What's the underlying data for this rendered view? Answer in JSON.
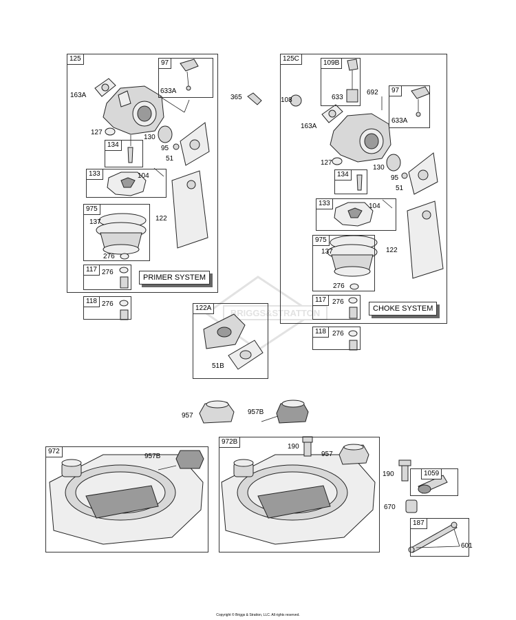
{
  "watermark": "BRIGGS&STRATTON",
  "copyright": "Copyright © Briggs & Stratton, LLC. All rights reserved.",
  "group_125": {
    "tag": "125",
    "system_label": "PRIMER SYSTEM",
    "subtags": {
      "t97": "97",
      "t134": "134",
      "t133": "133",
      "t975": "975",
      "t117": "117"
    },
    "labels": {
      "l163A": "163A",
      "l633A": "633A",
      "l127": "127",
      "l130": "130",
      "l95": "95",
      "l51": "51",
      "l104": "104",
      "l137": "137",
      "l122": "122",
      "l276a": "276",
      "l276b": "276"
    }
  },
  "group_118_left": {
    "tag": "118",
    "label": "276"
  },
  "part_365": "365",
  "group_125C": {
    "tag": "125C",
    "system_label": "CHOKE SYSTEM",
    "subtags": {
      "t109B": "109B",
      "t97": "97",
      "t134": "134",
      "t133": "133",
      "t975": "975",
      "t117": "117"
    },
    "labels": {
      "l108": "108",
      "l633": "633",
      "l692": "692",
      "l633A": "633A",
      "l163A": "163A",
      "l127": "127",
      "l130": "130",
      "l95": "95",
      "l51": "51",
      "l104": "104",
      "l137": "137",
      "l122": "122",
      "l276a": "276",
      "l276b": "276"
    }
  },
  "group_118_right": {
    "tag": "118",
    "label": "276"
  },
  "group_122A": {
    "tag": "122A",
    "label": "51B"
  },
  "caps": {
    "c957": "957",
    "c957B": "957B"
  },
  "group_972": {
    "tag": "972",
    "label": "957B"
  },
  "group_972B": {
    "tag": "972B",
    "l190": "190",
    "l957": "957"
  },
  "misc": {
    "l190": "190",
    "l670": "670",
    "t1059": "1059",
    "t187": "187",
    "l601": "601"
  }
}
